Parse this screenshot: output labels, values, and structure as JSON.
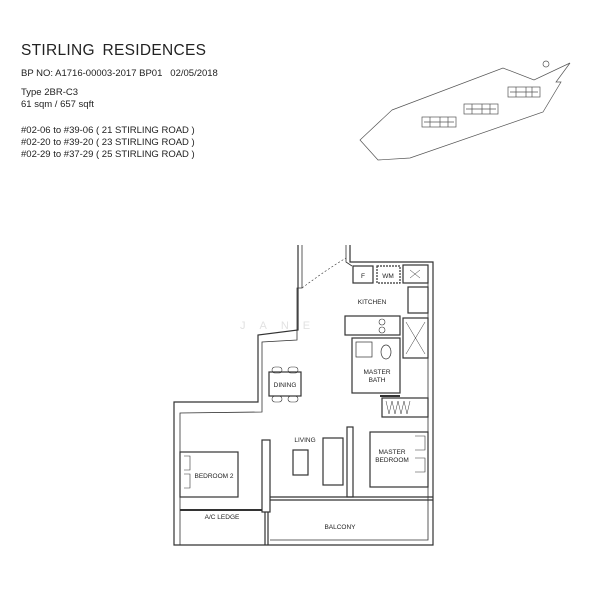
{
  "header": {
    "project_name": "STIRLING RESIDENCES",
    "bp_no": "BP NO: A1716-00003-2017 BP01   02/05/2018",
    "unit_type": "Type 2BR-C3",
    "area": "61 sqm / 657 sqft",
    "units": [
      "#02-06 to #39-06 ( 21 STIRLING ROAD )",
      "#02-20 to #39-20 ( 23 STIRLING ROAD )",
      "#02-29 to #37-29 ( 25 STIRLING ROAD )"
    ]
  },
  "floorplan": {
    "rooms": {
      "kitchen": "KITCHEN",
      "master_bath": [
        "MASTER",
        "BATH"
      ],
      "dining": "DINING",
      "living": "LIVING",
      "master_bedroom": [
        "MASTER",
        "BEDROOM"
      ],
      "bedroom2": "BEDROOM 2",
      "ac_ledge": "A/C LEDGE",
      "balcony": "BALCONY"
    },
    "fixtures": {
      "fridge": "F",
      "washing_machine": "WM"
    },
    "watermark": "JANE"
  }
}
